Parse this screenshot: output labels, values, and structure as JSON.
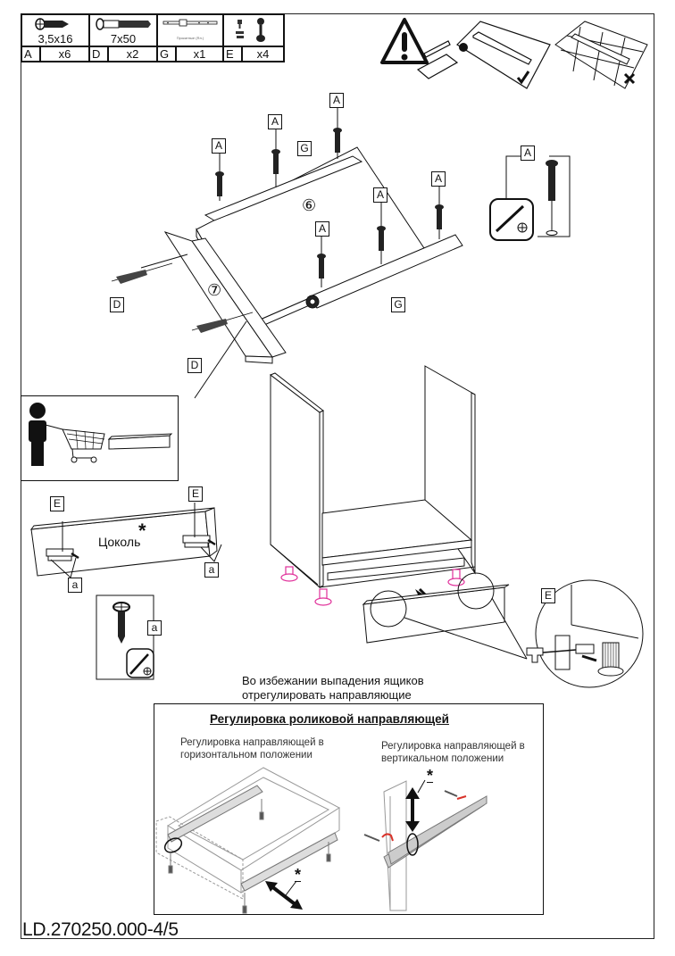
{
  "parts_table": [
    {
      "size": "3,5x16",
      "letter": "A",
      "qty": "x6",
      "icon": "short-screw-icon"
    },
    {
      "size": "7x50",
      "letter": "D",
      "qty": "x2",
      "icon": "confirmat-screw-icon"
    },
    {
      "size": "",
      "caption": "Прокатные (Rл.)",
      "letter": "G",
      "qty": "x1",
      "icon": "drawer-runner-icon"
    },
    {
      "size": "",
      "letter": "E",
      "qty": "x4",
      "icon": "plinth-clip-icon"
    }
  ],
  "warning": {
    "icon": "warning-triangle-icon",
    "ok_mark": "✓",
    "bad_mark": "✕"
  },
  "step_drawer": {
    "part_drawer_bottom": "⑥",
    "part_drawer_front": "⑦",
    "screw_label": "A",
    "runner_label": "G",
    "front_screw_label": "D"
  },
  "detail_a": {
    "label": "A",
    "tool_icon": "phillips-screwdriver-icon",
    "tool_symbol": "⊕"
  },
  "plinth": {
    "title": "Цоколь",
    "asterisk": "*",
    "clip_label": "E",
    "screw_label": "a"
  },
  "detail_small_a": {
    "label": "a",
    "tool_symbol": "⊕"
  },
  "detail_leg": {
    "label": "E"
  },
  "notice": {
    "line1": "Во избежании выпадения ящиков",
    "line2": "отрегулировать направляющие"
  },
  "adjust_panel": {
    "title": "Регулировка роликовой направляющей",
    "left_caption_1": "Регулировка направляющей в",
    "left_caption_2": "горизонтальном положении",
    "right_caption_1": "Регулировка направляющей в",
    "right_caption_2": "вертикальном положении",
    "asterisk": "*"
  },
  "document_id": "LD.270250.000-4/5",
  "colors": {
    "line": "#111111",
    "leg_accent": "#e0309a",
    "arrow_red": "#d8332a"
  }
}
